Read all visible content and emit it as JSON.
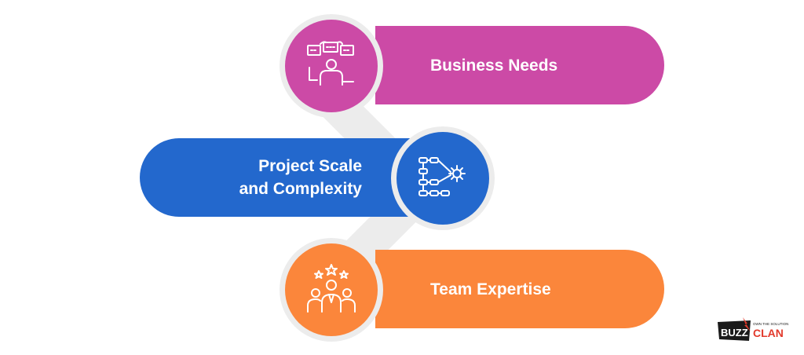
{
  "colors": {
    "magenta": "#cc4aa6",
    "blue": "#2368cd",
    "orange": "#fb863b",
    "ring": "#ececec",
    "logo_dark": "#1a1a1a",
    "logo_red": "#e23a2c"
  },
  "items": [
    {
      "label": "Business Needs",
      "icon": "business-meeting-icon"
    },
    {
      "label": "Project Scale\nand Complexity",
      "icon": "workflow-gear-icon"
    },
    {
      "label": "Team Expertise",
      "icon": "team-stars-icon"
    }
  ],
  "logo": {
    "brand_left": "BUZZ",
    "brand_right": "CLAN",
    "tagline": "OWN THE SOLUTION"
  }
}
